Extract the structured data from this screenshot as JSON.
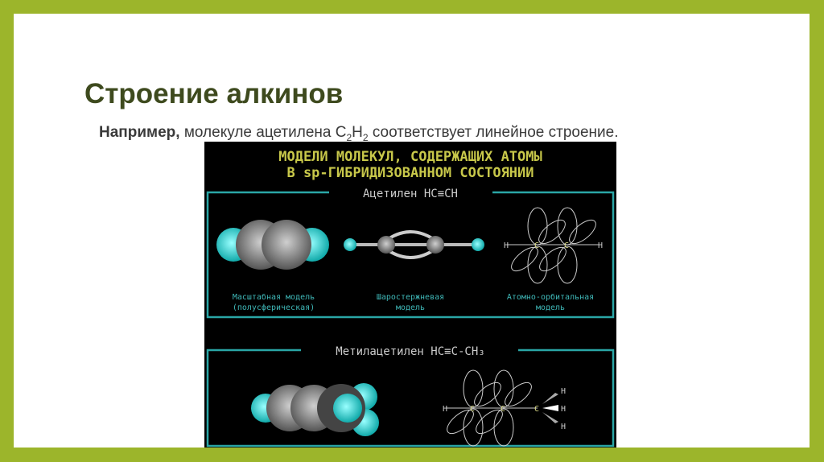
{
  "slide": {
    "title": "Строение алкинов",
    "subtitle_lead": "Например,",
    "subtitle_text_1": " молекуле ацетилена C",
    "subtitle_sub_1": "2",
    "subtitle_text_2": "H",
    "subtitle_sub_2": "2",
    "subtitle_text_3": " соответствует линейное строение."
  },
  "figure": {
    "heading_line_1": "МОДЕЛИ МОЛЕКУЛ, СОДЕРЖАЩИХ АТОМЫ",
    "heading_line_2": "В sp-ГИБРИДИЗОВАННОМ СОСТОЯНИИ",
    "acetylene": {
      "label": "Ацетилен HC≡CH",
      "captions": [
        {
          "line1": "Масштабная модель",
          "line2": "(полусферическая)"
        },
        {
          "line1": "Шаростержневая",
          "line2": "модель"
        },
        {
          "line1": "Атомно-орбитальная",
          "line2": "модель"
        }
      ]
    },
    "methylacetylene": {
      "label": "Метилацетилен HC≡C-CH₃"
    },
    "atoms": {
      "h": "H",
      "c": "C"
    },
    "colors": {
      "heading": "#c8c84a",
      "frame": "#2aa6a6",
      "hydrogen": "#33cccc",
      "carbon": "#8a8a8a",
      "caption": "#3fb8b8"
    }
  },
  "colors": {
    "border": "#9cb52b",
    "title": "#3e4a1e"
  }
}
